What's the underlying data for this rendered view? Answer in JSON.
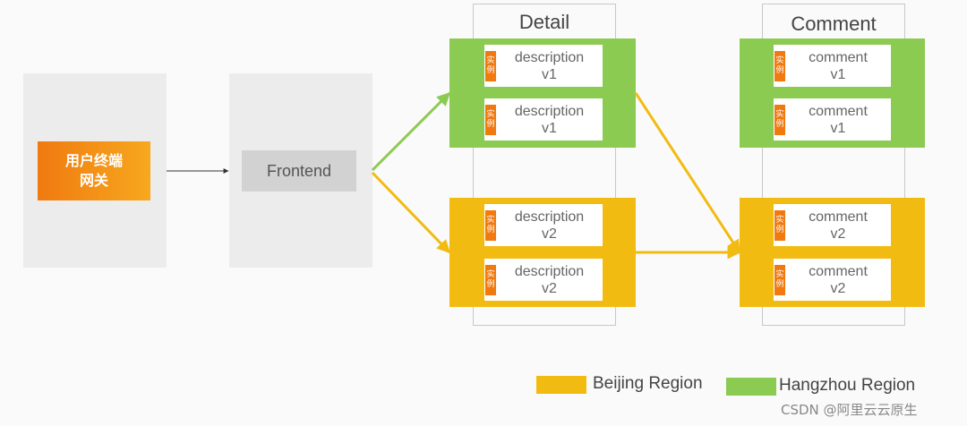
{
  "gateway": {
    "line1": "用户终端",
    "line2": "网关"
  },
  "frontend": {
    "label": "Frontend"
  },
  "columns": {
    "detail": "Detail",
    "comment": "Comment"
  },
  "tag": {
    "top": "实",
    "bottom": "例"
  },
  "detail_instances": [
    {
      "name": "description",
      "version": "v1"
    },
    {
      "name": "description",
      "version": "v1"
    },
    {
      "name": "description",
      "version": "v2"
    },
    {
      "name": "description",
      "version": "v2"
    }
  ],
  "comment_instances": [
    {
      "name": "comment",
      "version": "v1"
    },
    {
      "name": "comment",
      "version": "v1"
    },
    {
      "name": "comment",
      "version": "v2"
    },
    {
      "name": "comment",
      "version": "v2"
    }
  ],
  "legend": {
    "beijing": "Beijing Region",
    "hangzhou": "Hangzhou Region"
  },
  "colors": {
    "beijing": "#f2bb12",
    "hangzhou": "#8ccb51",
    "gateway": "#f07a10"
  },
  "watermark": "CSDN @阿里云云原生"
}
